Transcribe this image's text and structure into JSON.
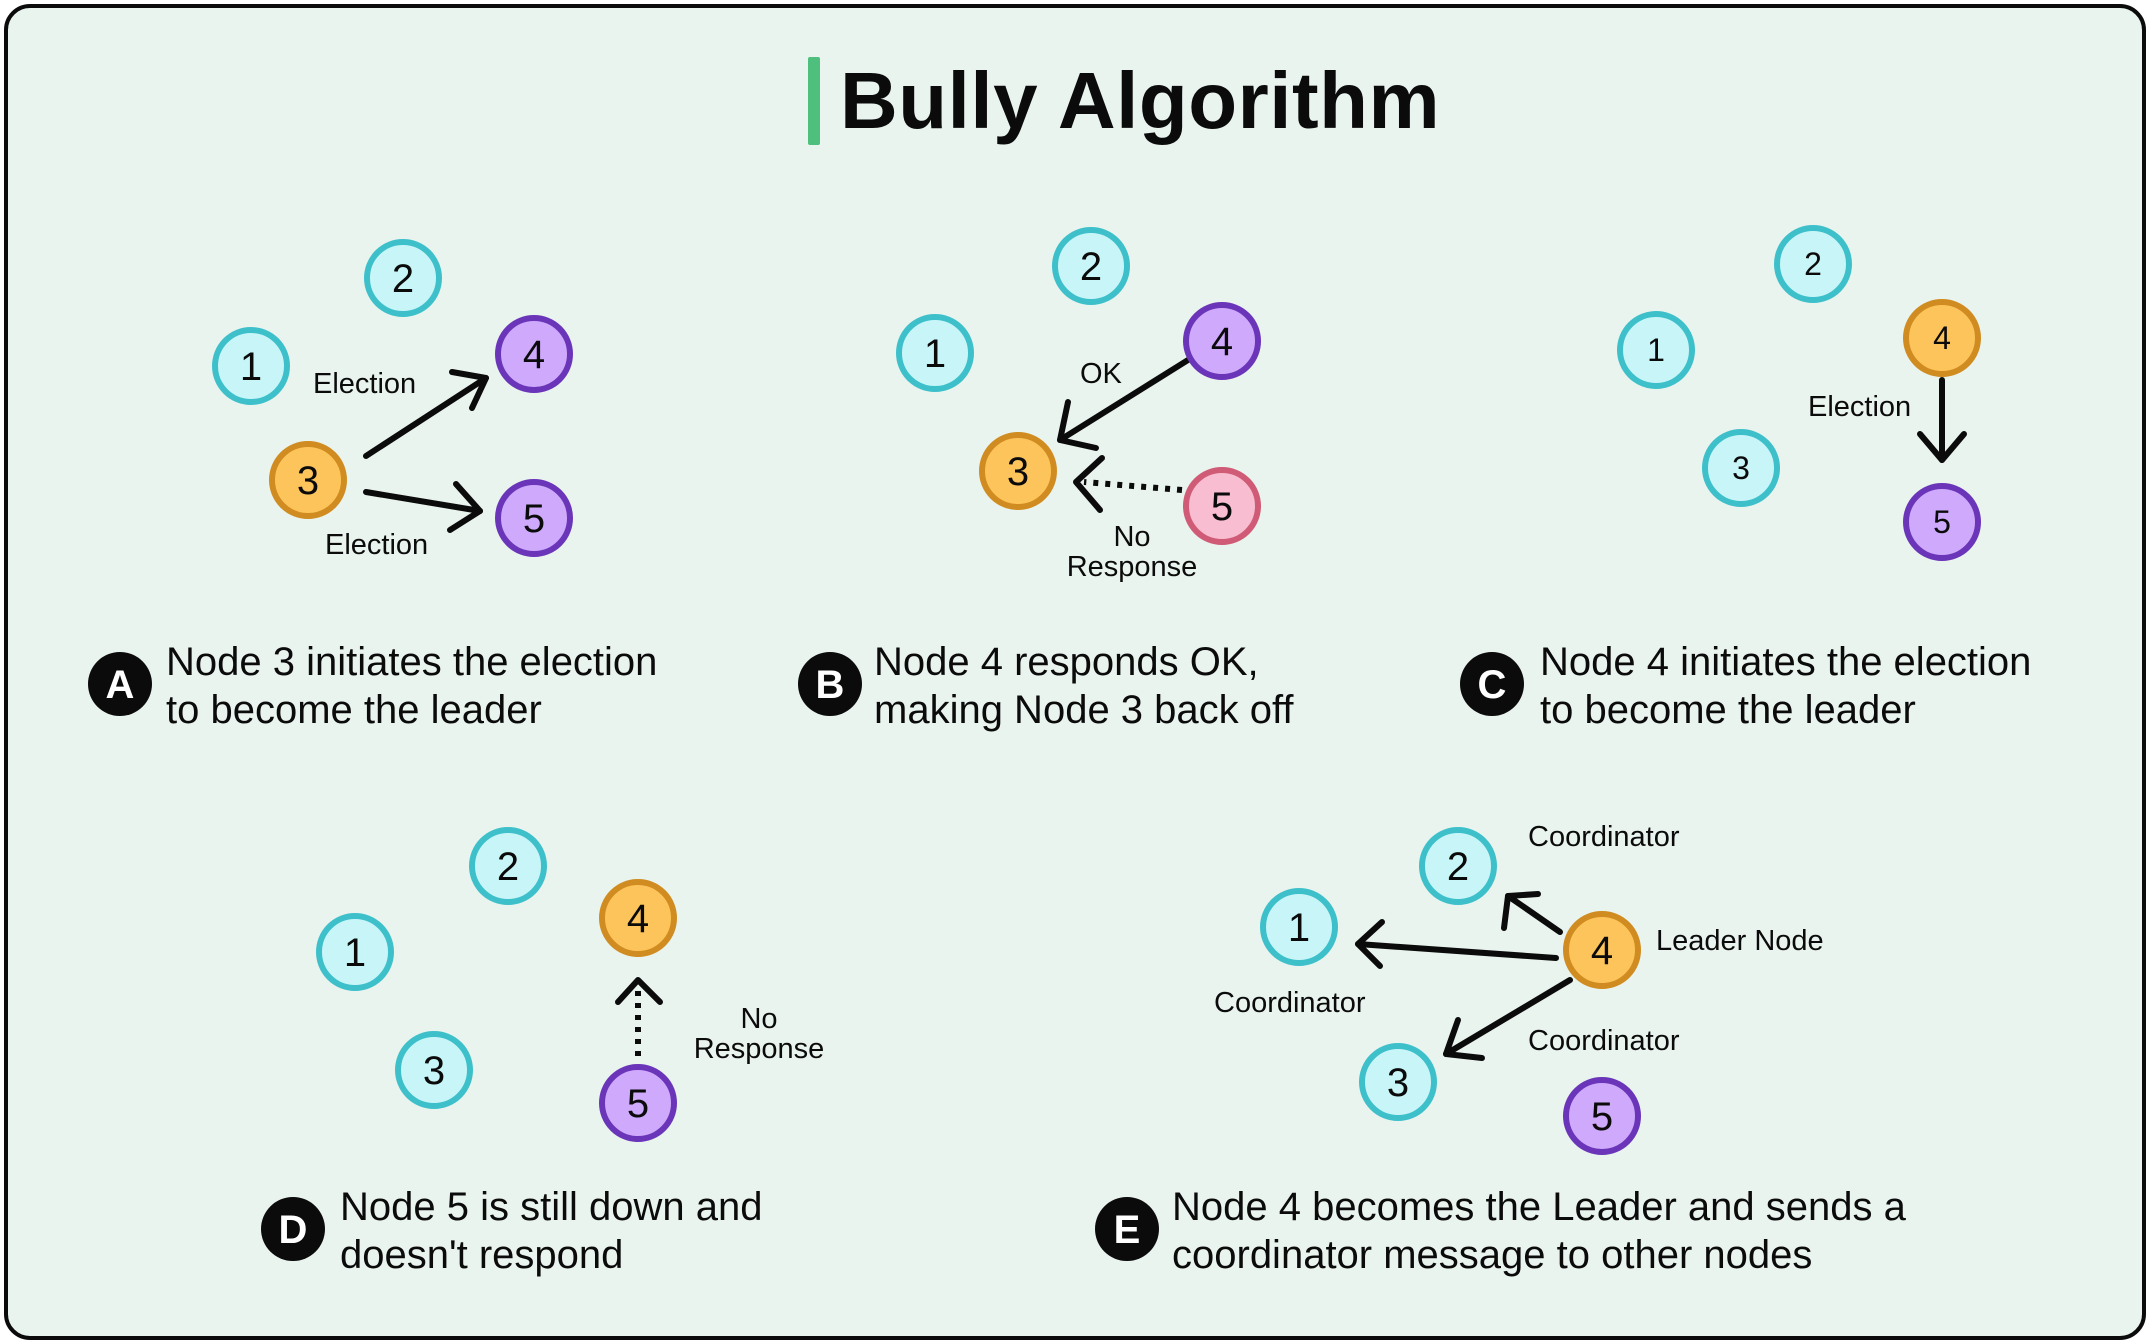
{
  "title": "Bully Algorithm",
  "colors": {
    "background": "#eaf4ef",
    "title_accent": "#4fbf7d",
    "cyan_fill": "#c8f6f8",
    "cyan_stroke": "#3ec0cb",
    "orange_fill": "#fcc45b",
    "orange_stroke": "#d08c20",
    "purple_fill": "#cfa9fb",
    "purple_stroke": "#6a35b8",
    "pink_fill": "#f8bdd0",
    "pink_stroke": "#d05b76"
  },
  "panels": {
    "A": {
      "badge": "A",
      "caption_line1": "Node 3 initiates the election",
      "caption_line2": "to become the leader",
      "nodes": {
        "n1": "1",
        "n2": "2",
        "n3": "3",
        "n4": "4",
        "n5": "5"
      },
      "labels": {
        "election_top": "Election",
        "election_bottom": "Election"
      }
    },
    "B": {
      "badge": "B",
      "caption_line1": "Node 4 responds OK,",
      "caption_line2": "making Node 3 back off",
      "nodes": {
        "n1": "1",
        "n2": "2",
        "n3": "3",
        "n4": "4",
        "n5": "5"
      },
      "labels": {
        "ok": "OK",
        "no_response_line1": "No",
        "no_response_line2": "Response"
      }
    },
    "C": {
      "badge": "C",
      "caption_line1": "Node 4 initiates the election",
      "caption_line2": "to become the leader",
      "nodes": {
        "n1": "1",
        "n2": "2",
        "n3": "3",
        "n4": "4",
        "n5": "5"
      },
      "labels": {
        "election": "Election"
      }
    },
    "D": {
      "badge": "D",
      "caption_line1": "Node 5 is still down and",
      "caption_line2": "doesn't respond",
      "nodes": {
        "n1": "1",
        "n2": "2",
        "n3": "3",
        "n4": "4",
        "n5": "5"
      },
      "labels": {
        "no_response_line1": "No",
        "no_response_line2": "Response"
      }
    },
    "E": {
      "badge": "E",
      "caption_line1": "Node 4 becomes the Leader and sends a",
      "caption_line2": "coordinator message to other nodes",
      "nodes": {
        "n1": "1",
        "n2": "2",
        "n3": "3",
        "n4": "4",
        "n5": "5"
      },
      "labels": {
        "coordinator_2": "Coordinator",
        "coordinator_1": "Coordinator",
        "coordinator_3": "Coordinator",
        "leader_node": "Leader Node"
      }
    }
  }
}
